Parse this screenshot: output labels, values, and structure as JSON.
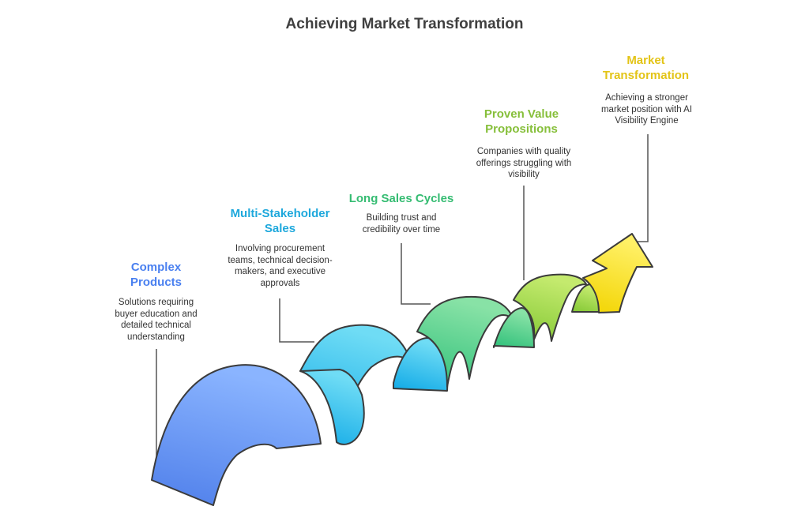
{
  "title": "Achieving Market Transformation",
  "colors": {
    "complex_products": "#5b8ef0",
    "multi_stakeholder": "#27b3e6",
    "long_sales_cycles": "#3ec77a",
    "proven_value": "#8dc63f",
    "market_transformation": "#e8c820"
  },
  "stages": [
    {
      "title": "Complex Products",
      "description": "Solutions requiring buyer education and detailed technical understanding"
    },
    {
      "title": "Multi-Stakeholder Sales",
      "description": "Involving procurement teams, technical decision-makers, and executive approvals"
    },
    {
      "title": "Long Sales Cycles",
      "description": "Building trust and credibility over time"
    },
    {
      "title": "Proven Value Propositions",
      "description": "Companies with quality offerings struggling with visibility"
    },
    {
      "title": "Market Transformation",
      "description": "Achieving a stronger market position with AI Visibility Engine"
    }
  ]
}
